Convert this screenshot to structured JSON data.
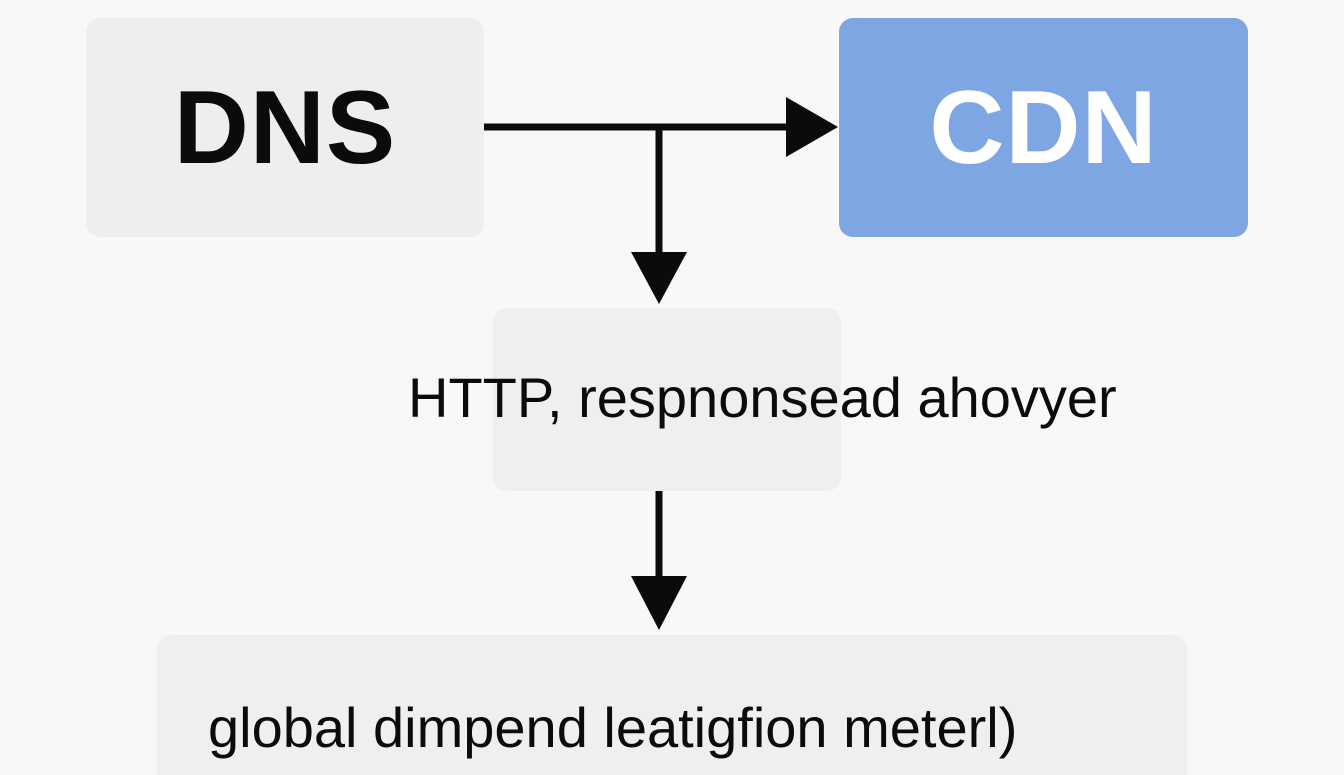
{
  "nodes": {
    "dns": {
      "label": "DNS"
    },
    "cdn": {
      "label": "CDN"
    },
    "http": {
      "label": "HTTP, respnonsead ahovyer"
    },
    "global": {
      "label": "global dimpend leatigfion meterl)"
    }
  },
  "colors": {
    "background": "#f8f8f9",
    "box_fill": "#eeeef1",
    "cdn_fill": "#7da6e2",
    "arrow": "#0b0b0b",
    "text_dark": "#0b0b0b",
    "text_light": "#ffffff"
  }
}
